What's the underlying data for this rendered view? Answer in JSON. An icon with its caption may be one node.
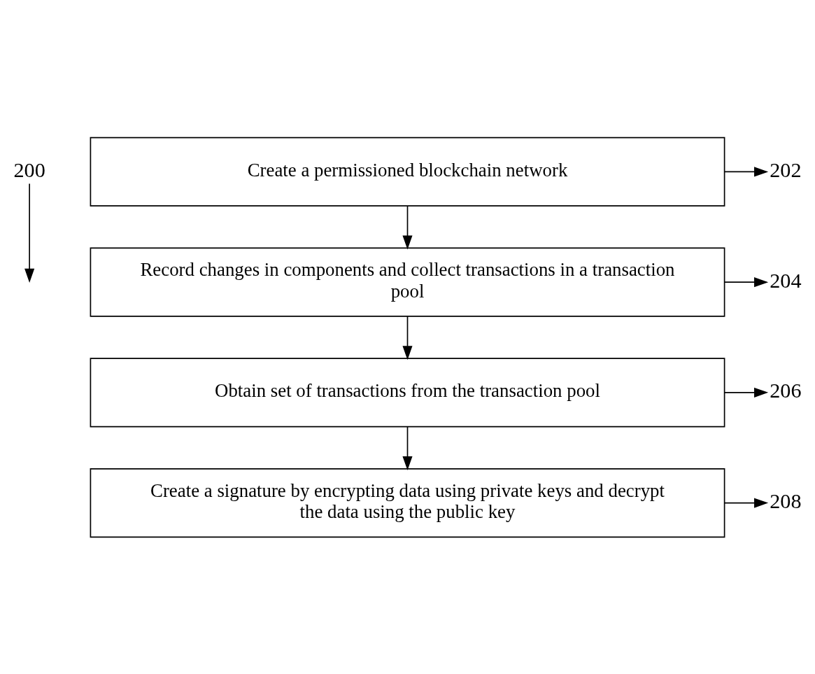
{
  "diagram": {
    "nodes": [
      {
        "text": [
          "200"
        ]
      },
      {
        "text": [
          "Create a permissioned blockchain network"
        ]
      },
      {
        "text": [
          "202"
        ]
      },
      {
        "text": [
          "Record changes in components and collect transactions in a transaction pool"
        ]
      },
      {
        "text": [
          "204"
        ]
      },
      {
        "text": [
          "Obtain set of transactions from the transaction pool"
        ]
      },
      {
        "text": [
          "206"
        ]
      },
      {
        "text": [
          "Create a signature by encrypting data using private keys and decrypt the data using the public key"
        ]
      },
      {
        "text": [
          "208"
        ]
      }
    ],
    "edges": [
      {
        "from": 0,
        "to": null,
        "arrow": "to"
      },
      {
        "from": 1,
        "to": 2,
        "arrow": "to"
      },
      {
        "from": 1,
        "to": 3,
        "arrow": "to"
      },
      {
        "from": 3,
        "to": 4,
        "arrow": "to"
      },
      {
        "from": 3,
        "to": 5,
        "arrow": "to"
      },
      {
        "from": 5,
        "to": 6,
        "arrow": "to"
      },
      {
        "from": 5,
        "to": 7,
        "arrow": "to"
      },
      {
        "from": 7,
        "to": 8,
        "arrow": "to"
      }
    ]
  }
}
